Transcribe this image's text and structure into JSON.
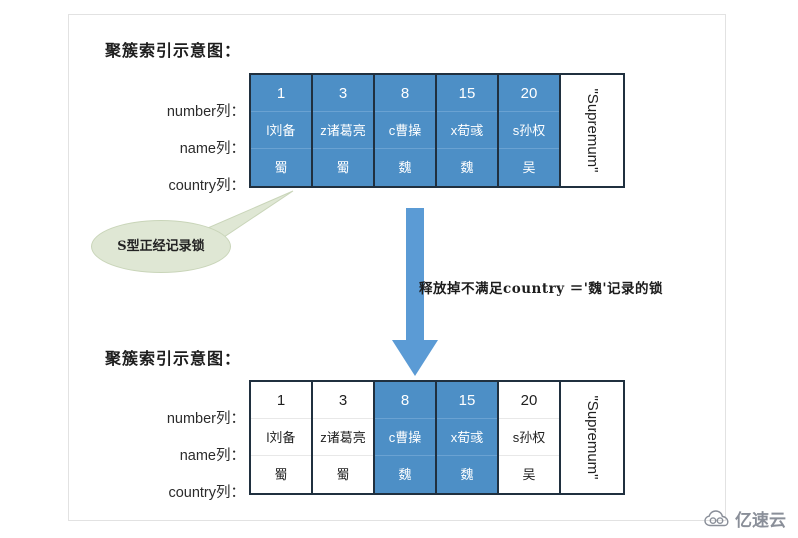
{
  "colors": {
    "locked_blue": "#4d8fc6",
    "arrow_blue": "#5b9bd5",
    "callout_green": "#dfe7d4",
    "border_dark": "#20303f",
    "watermark_gray": "#8a8f99"
  },
  "top_section": {
    "heading": "聚簇索引示意图：",
    "row_labels": [
      "number列：",
      "name列：",
      "country列："
    ],
    "records": [
      {
        "number": "1",
        "name": "l刘备",
        "country": "蜀",
        "locked": true
      },
      {
        "number": "3",
        "name": "z诸葛亮",
        "country": "蜀",
        "locked": true
      },
      {
        "number": "8",
        "name": "c曹操",
        "country": "魏",
        "locked": true
      },
      {
        "number": "15",
        "name": "x荀彧",
        "country": "魏",
        "locked": true
      },
      {
        "number": "20",
        "name": "s孙权",
        "country": "吴",
        "locked": true
      }
    ],
    "supremum": "\"Supremum\""
  },
  "callout": {
    "text": "S型正经记录锁"
  },
  "transition": {
    "arrow": "down-arrow",
    "note": "释放掉不满足country ＝'魏'记录的锁"
  },
  "bottom_section": {
    "heading": "聚簇索引示意图：",
    "row_labels": [
      "number列：",
      "name列：",
      "country列："
    ],
    "records": [
      {
        "number": "1",
        "name": "l刘备",
        "country": "蜀",
        "locked": false
      },
      {
        "number": "3",
        "name": "z诸葛亮",
        "country": "蜀",
        "locked": false
      },
      {
        "number": "8",
        "name": "c曹操",
        "country": "魏",
        "locked": true
      },
      {
        "number": "15",
        "name": "x荀彧",
        "country": "魏",
        "locked": true
      },
      {
        "number": "20",
        "name": "s孙权",
        "country": "吴",
        "locked": false
      }
    ],
    "supremum": "\"Supremum\""
  },
  "watermark": {
    "icon": "cloud-icon",
    "text": "亿速云"
  }
}
